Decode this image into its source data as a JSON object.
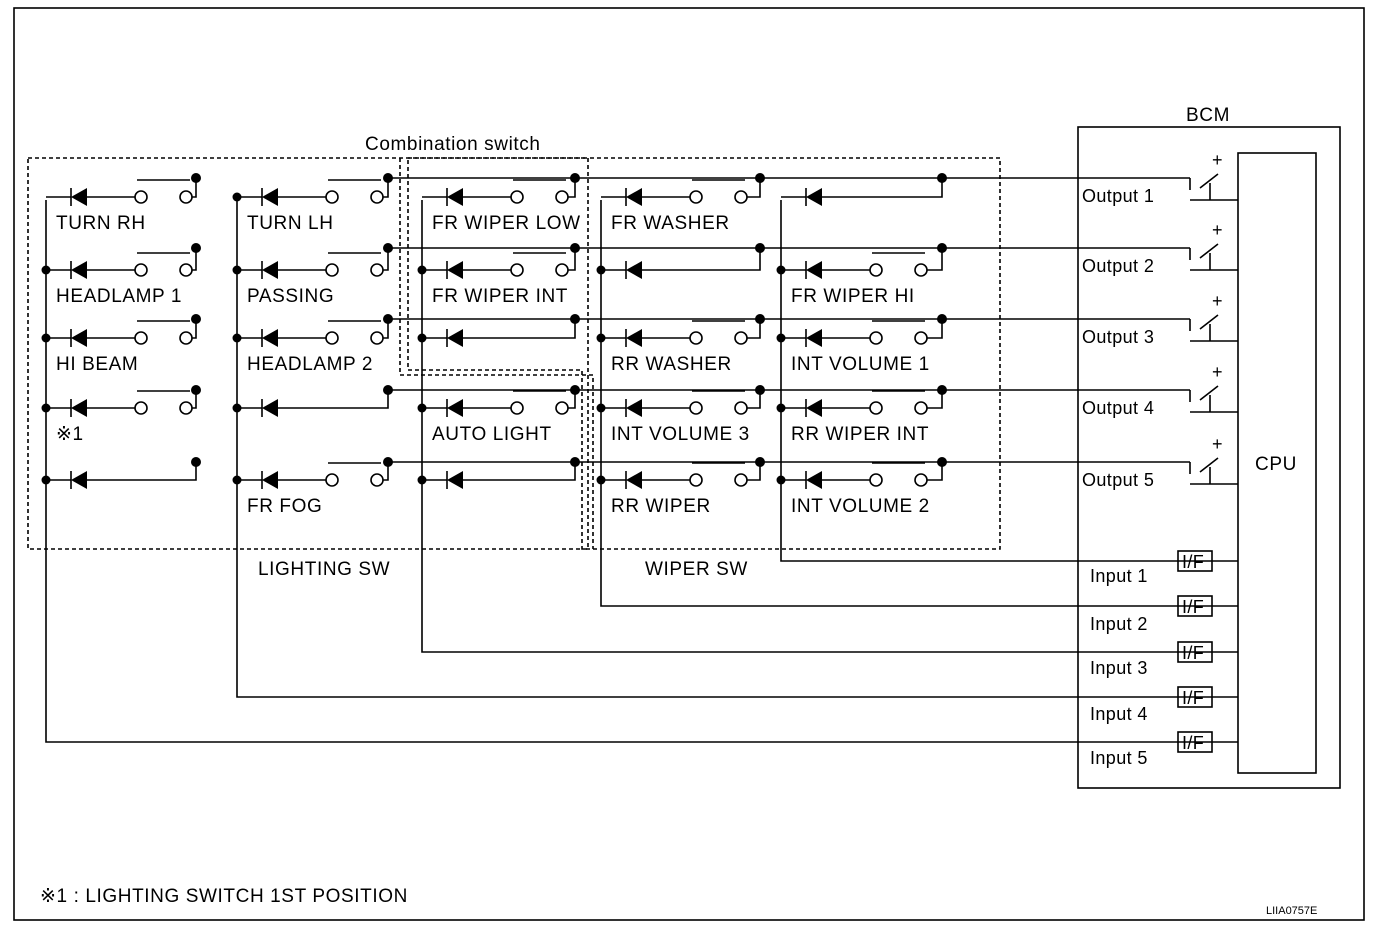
{
  "blocks": {
    "combination_switch": "Combination switch",
    "lighting_sw": "LIGHTING SW",
    "wiper_sw": "WIPER SW",
    "bcm": "BCM",
    "cpu": "CPU"
  },
  "switches": {
    "col1": [
      "TURN RH",
      "HEADLAMP 1",
      "HI BEAM",
      "※1",
      ""
    ],
    "col2": [
      "TURN LH",
      "PASSING",
      "HEADLAMP 2",
      "",
      "FR FOG"
    ],
    "col3": [
      "FR WIPER LOW",
      "FR WIPER INT",
      "",
      "AUTO LIGHT",
      ""
    ],
    "col4": [
      "FR WASHER",
      "",
      "RR WASHER",
      "INT VOLUME 3",
      "RR WIPER"
    ],
    "col5": [
      "",
      "FR WIPER HI",
      "INT VOLUME 1",
      "RR WIPER INT",
      "INT VOLUME 2"
    ]
  },
  "outputs": [
    "Output 1",
    "Output 2",
    "Output 3",
    "Output 4",
    "Output 5"
  ],
  "inputs": [
    "Input 1",
    "Input 2",
    "Input 3",
    "Input 4",
    "Input 5"
  ],
  "interface_label": "I/F",
  "transistor_supply": "+",
  "footnote": "※1 : LIGHTING SWITCH 1ST POSITION",
  "figure_code": "LIIA0757E"
}
